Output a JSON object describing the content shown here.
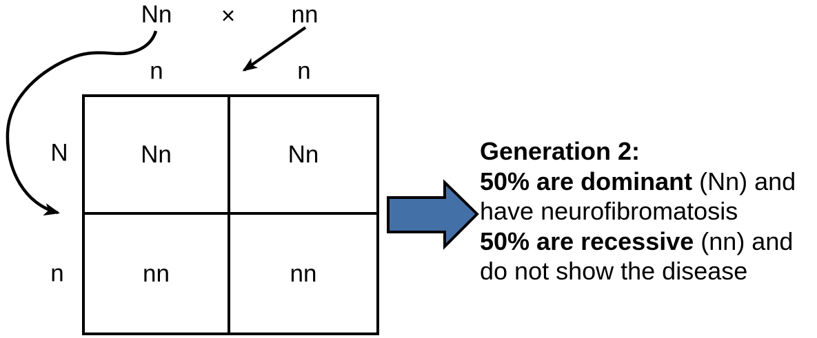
{
  "cross": {
    "parent1": "Nn",
    "operator": "×",
    "parent2": "nn"
  },
  "punnett": {
    "column_headers": [
      "n",
      "n"
    ],
    "row_headers": [
      "N",
      "n"
    ],
    "cells": [
      [
        "Nn",
        "Nn"
      ],
      [
        "nn",
        "nn"
      ]
    ]
  },
  "arrow": {
    "fill": "#4470a8"
  },
  "caption": {
    "title": "Generation 2:",
    "dominant_bold": "50% are dominant",
    "dominant_rest": " (Nn) and",
    "dominant_cont": "have neurofibromatosis",
    "recessive_bold": "50% are recessive",
    "recessive_rest": " (nn) and",
    "recessive_cont": "do not show the disease"
  }
}
